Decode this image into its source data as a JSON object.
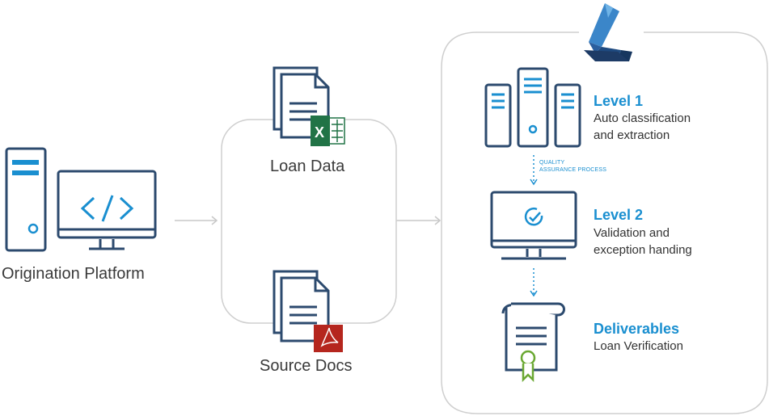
{
  "colors": {
    "navy": "#2c4a6e",
    "blue": "#1a8fd0",
    "excel_green": "#217346",
    "pdf_red": "#b5261e",
    "ribbon_green": "#6aa832",
    "connector": "#c8c8c8",
    "group_border": "#cfcfcf"
  },
  "origination": {
    "label": "Origination Platform",
    "icons": [
      "server-tower-icon",
      "code-monitor-icon"
    ]
  },
  "inputs": {
    "loan_data": {
      "label": "Loan Data",
      "icon": "excel-document-icon"
    },
    "source_docs": {
      "label": "Source Docs",
      "icon": "pdf-document-icon"
    }
  },
  "process": {
    "logo": "brand-logo",
    "level1": {
      "title": "Level 1",
      "desc1": "Auto classification",
      "desc2": "and extraction",
      "icon": "server-rack-icon"
    },
    "qa": {
      "line1": "QUALITY",
      "line2": "ASSURANCE PROCESS"
    },
    "level2": {
      "title": "Level 2",
      "desc1": "Validation and",
      "desc2": "exception handing",
      "icon": "check-monitor-icon"
    },
    "deliverables": {
      "title": "Deliverables",
      "desc1": "Loan Verification",
      "icon": "certificate-icon"
    }
  }
}
